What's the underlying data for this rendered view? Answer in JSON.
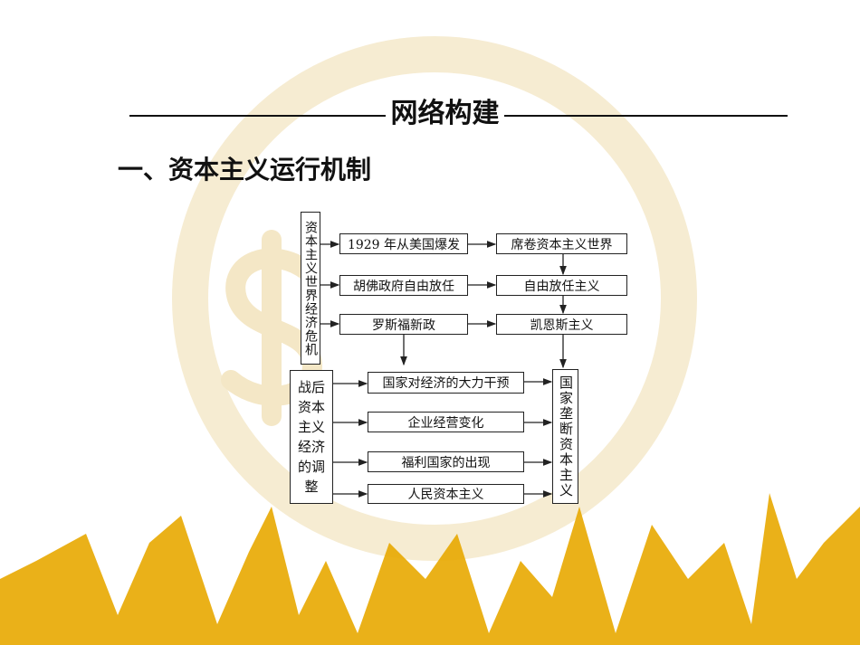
{
  "slide": {
    "section_title": "网络构建",
    "heading": "一、资本主义运行机制"
  },
  "colors": {
    "accent": "#e8a800",
    "watermark": "#f3e6c4"
  },
  "diagram": {
    "crisis": "资本主义世界经济危机",
    "row1": {
      "left": "1929 年从美国爆发",
      "right": "席卷资本主义世界"
    },
    "row2": {
      "left": "胡佛政府自由放任",
      "right": "自由放任主义"
    },
    "row3": {
      "left": "罗斯福新政",
      "right": "凯恩斯主义"
    },
    "postwar": "战后资本主义经济的调整",
    "mid": [
      "国家对经济的大力干预",
      "企业经营变化",
      "福利国家的出现",
      "人民资本主义"
    ],
    "result": "国家垄断资本主义"
  }
}
